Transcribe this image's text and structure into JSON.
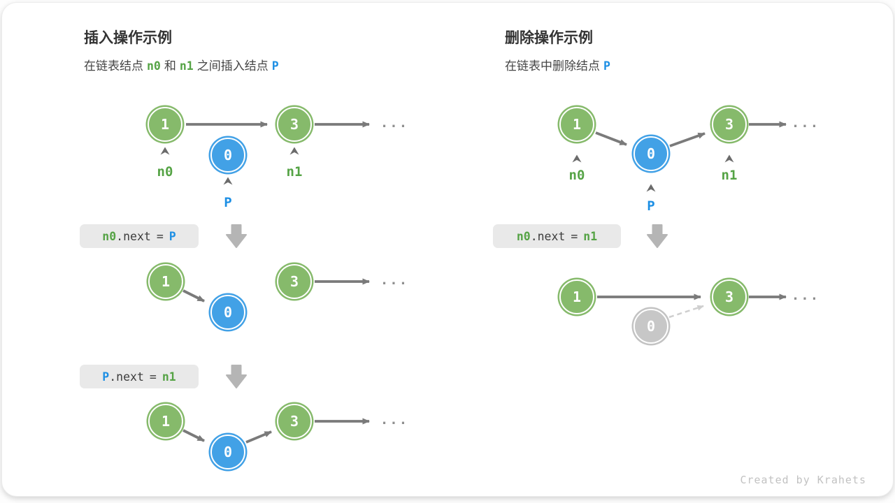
{
  "panel_insert": {
    "title": "插入操作示例",
    "subtitle": {
      "t1": "在链表结点",
      "v1": "n0",
      "t2": "和",
      "v2": "n1",
      "t3": "之间插入结点",
      "v3": "P"
    },
    "code1": {
      "lhs": "n0",
      "prop": ".next",
      "eq": "=",
      "rhs": "P"
    },
    "code2": {
      "lhs": "P",
      "prop": ".next",
      "eq": "=",
      "rhs": "n1"
    },
    "labels": {
      "n0": "n0",
      "n1": "n1",
      "p": "P"
    },
    "nodes": {
      "a": "1",
      "b": "3",
      "p": "0"
    },
    "ellipsis": "..."
  },
  "panel_delete": {
    "title": "删除操作示例",
    "subtitle": {
      "t1": "在链表中删除结点",
      "v1": "P"
    },
    "code1": {
      "lhs": "n0",
      "prop": ".next",
      "eq": "=",
      "rhs": "n1"
    },
    "labels": {
      "n0": "n0",
      "n1": "n1",
      "p": "P"
    },
    "nodes": {
      "a": "1",
      "b": "3",
      "p": "0"
    },
    "ellipsis": "..."
  },
  "footer": {
    "credit": "Created by Krahets"
  },
  "colors": {
    "node_green": "#86ba6b",
    "node_blue": "#42a1e6",
    "node_gray": "#c7c7c7",
    "arrow_gray": "#7a7a7a",
    "arrow_light": "#cfcfcf",
    "text_green": "#55a345",
    "text_blue": "#1d8fe4",
    "codebox_bg": "#e9e9e9",
    "block_arrow": "#b5b5b5"
  }
}
